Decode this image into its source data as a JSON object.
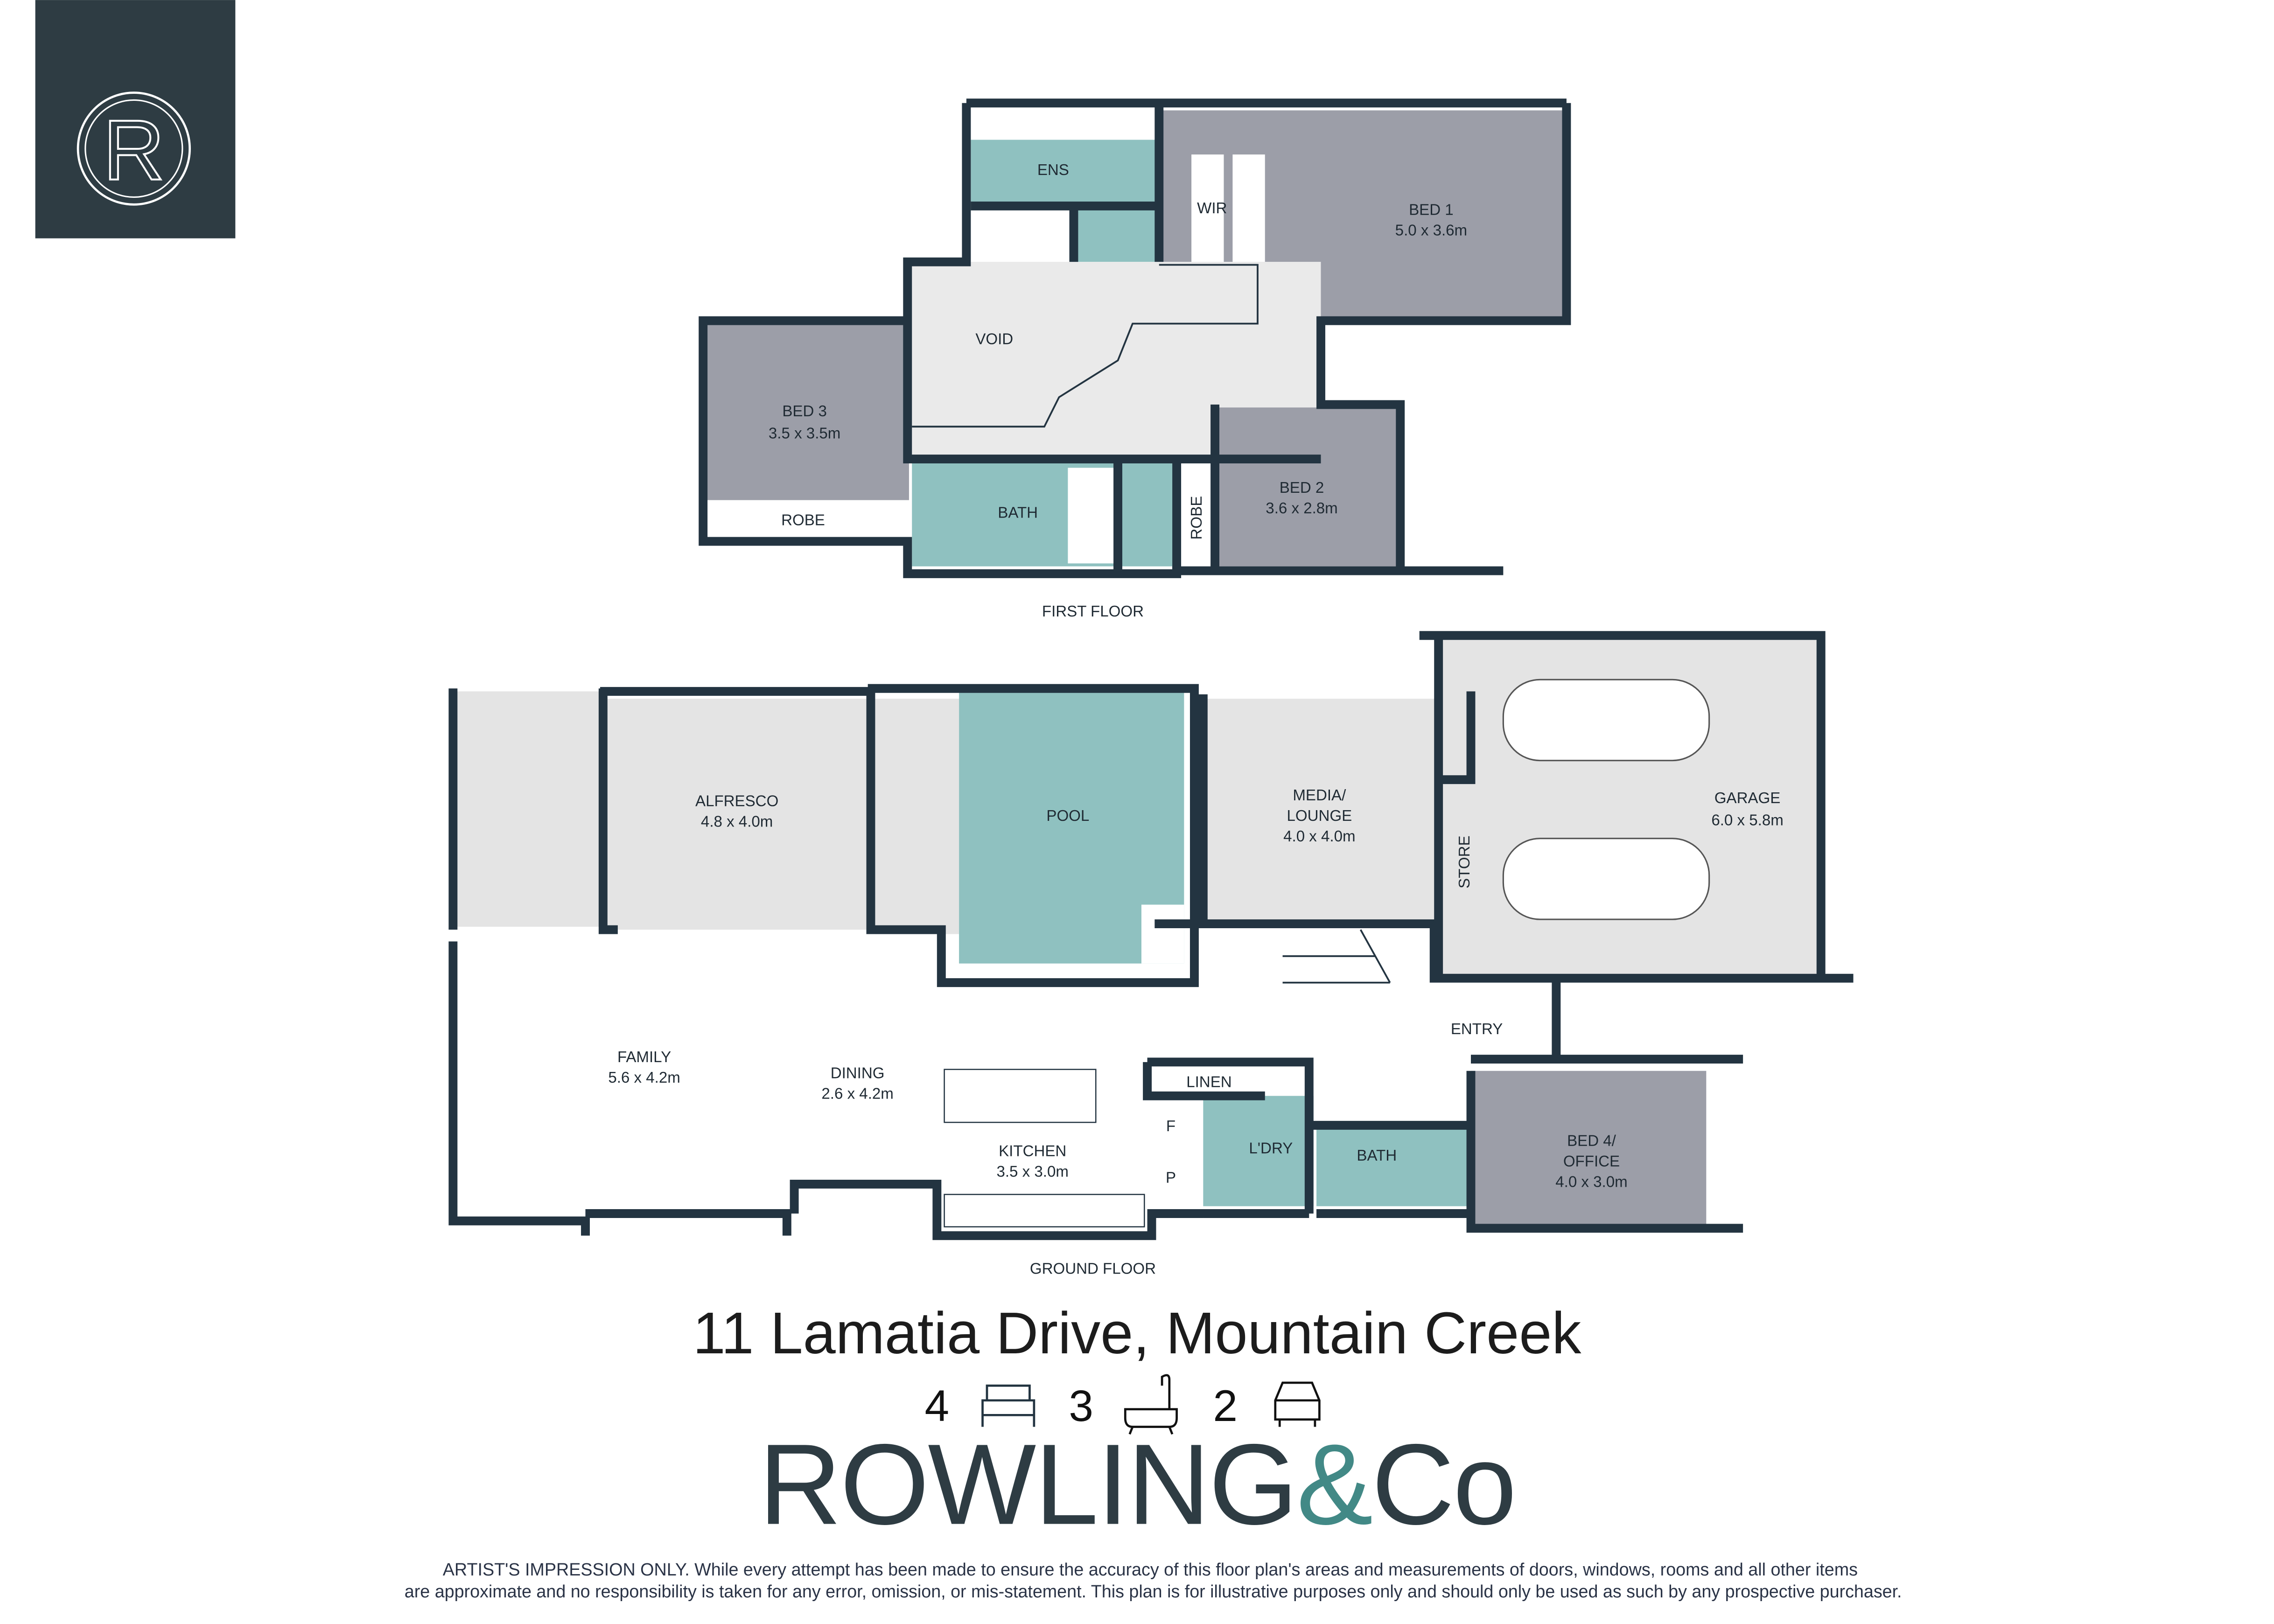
{
  "logo": {
    "letter": "R"
  },
  "first_floor": {
    "label": "FIRST FLOOR",
    "rooms": {
      "ens": "ENS",
      "wir": "WIR",
      "bed1": {
        "name": "BED 1",
        "size": "5.0  x 3.6m"
      },
      "void": "VOID",
      "bed3": {
        "name": "BED 3",
        "size": "3.5 x 3.5m"
      },
      "robe3": "ROBE",
      "bath": "BATH",
      "robe2": "ROBE",
      "bed2": {
        "name": "BED 2",
        "size": "3.6 x 2.8m"
      }
    }
  },
  "ground_floor": {
    "label": "GROUND FLOOR",
    "rooms": {
      "alfresco": {
        "name": "ALFRESCO",
        "size": "4.8 x 4.0m"
      },
      "pool": "POOL",
      "media": {
        "name1": "MEDIA/",
        "name2": "LOUNGE",
        "size": "4.0 x 4.0m"
      },
      "garage": {
        "name": "GARAGE",
        "size": "6.0 x 5.8m"
      },
      "store": "STORE",
      "entry": "ENTRY",
      "family": {
        "name": "FAMILY",
        "size": "5.6 x 4.2m"
      },
      "dining": {
        "name": "DINING",
        "size": "2.6 x 4.2m"
      },
      "kitchen": {
        "name": "KITCHEN",
        "size": "3.5 x 3.0m"
      },
      "linen": "LINEN",
      "fridge": "F",
      "pantry": "P",
      "laundry": "L'DRY",
      "bath": "BATH",
      "bed4": {
        "name1": "BED 4/",
        "name2": "OFFICE",
        "size": "4.0 x 3.0m"
      }
    }
  },
  "address": "11 Lamatia Drive, Mountain Creek",
  "features": {
    "beds": "4",
    "baths": "3",
    "cars": "2"
  },
  "brand": {
    "main": "ROWLING",
    "amp": "&",
    "co": "Co"
  },
  "colors": {
    "dark": "#2e3c43",
    "teal": "#428986",
    "wet": "#8fc1c0",
    "bedroom": "#9c9ea8",
    "floor": "#e4e4e4"
  },
  "disclaimer": {
    "line1": "ARTIST'S IMPRESSION ONLY. While every attempt has been made to ensure the accuracy of this floor plan's areas and measurements of doors, windows, rooms and all other items",
    "line2": "are approximate and no responsibility is taken for any error, omission, or mis-statement. This plan is for illustrative purposes only and should only be used as such by any prospective purchaser."
  }
}
